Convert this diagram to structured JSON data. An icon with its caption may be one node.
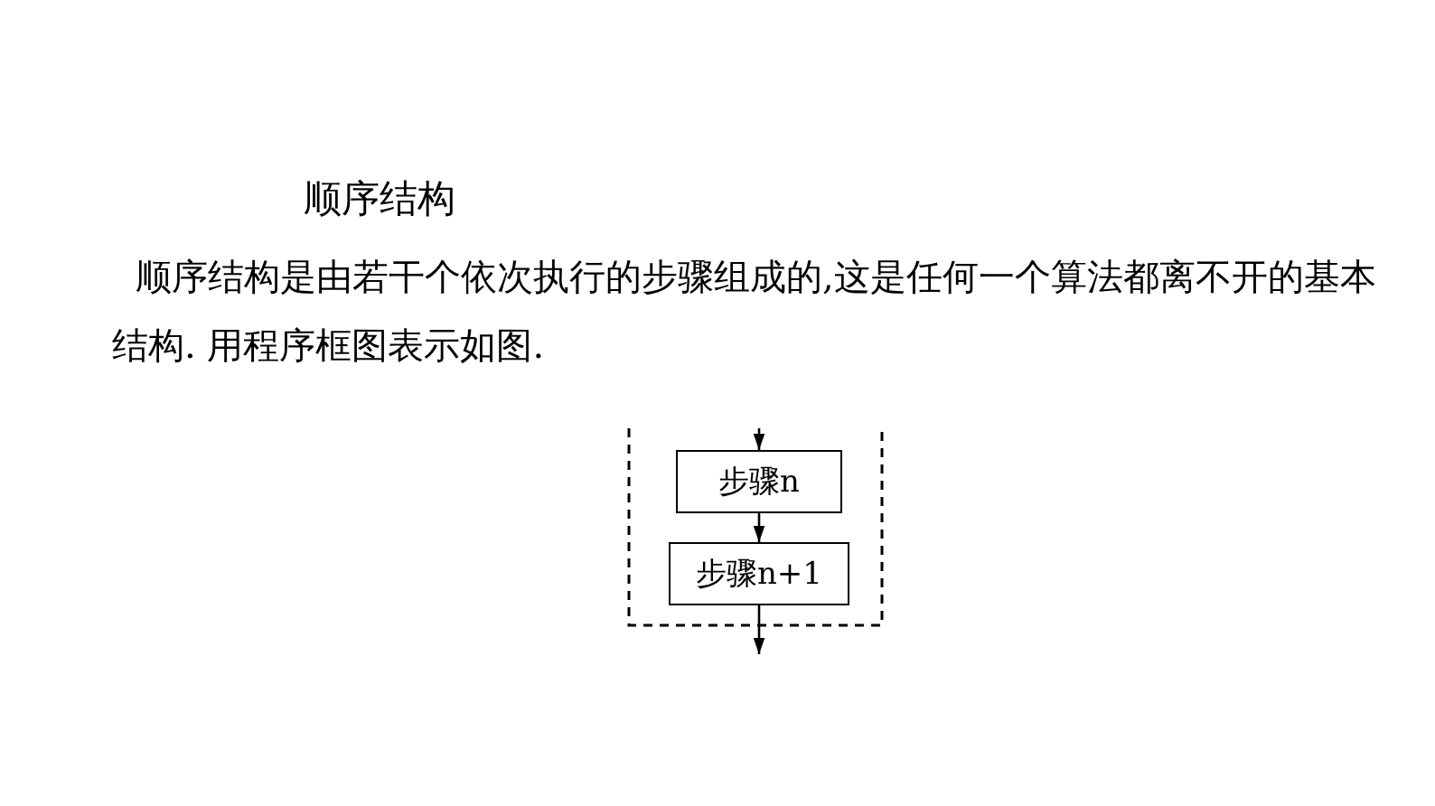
{
  "diagram": {
    "title": "顺序结构",
    "nodes": [
      {
        "text": [
          "步骤n"
        ]
      },
      {
        "text": [
          "步骤n+1"
        ]
      }
    ],
    "edges": [
      {
        "from": null,
        "to": 0,
        "arrow": "to"
      },
      {
        "from": 0,
        "to": 1,
        "arrow": "to"
      },
      {
        "from": 1,
        "to": null,
        "arrow": "to"
      }
    ],
    "labels": [
      "顺序结构是由若干个依次执行的步骤组成的,这是任何一个算法都离不开的基本结构. 用程序框图表示如图."
    ]
  }
}
